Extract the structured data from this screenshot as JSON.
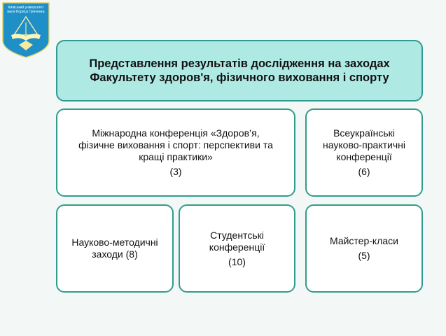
{
  "logo": {
    "text_line1": "Київський університет",
    "text_line2": "імені Бориса Грінченка"
  },
  "title": {
    "line1": "Представлення результатів дослідження на заходах",
    "line2": "Факультету здоров'я, фізичного виховання і спорту"
  },
  "boxes": [
    {
      "lines": [
        "Міжнародна конференція «Здоров’я,",
        "фізичне виховання і спорт: перспективи та",
        "кращі практики»"
      ],
      "count": "(3)"
    },
    {
      "lines": [
        "Всеукраїнські",
        "науково-практичні",
        "конференції"
      ],
      "count": "(6)"
    },
    {
      "lines": [
        "Науково-методичні",
        "заходи (8)"
      ],
      "count": ""
    },
    {
      "lines": [
        "Студентські",
        "конференції"
      ],
      "count": "(10)"
    },
    {
      "lines": [
        "Майстер-класи"
      ],
      "count": "(5)"
    }
  ],
  "colors": {
    "title_fill": "#aeeae3",
    "border": "#2e9c8e",
    "logo_blue": "#1e8fc7"
  }
}
